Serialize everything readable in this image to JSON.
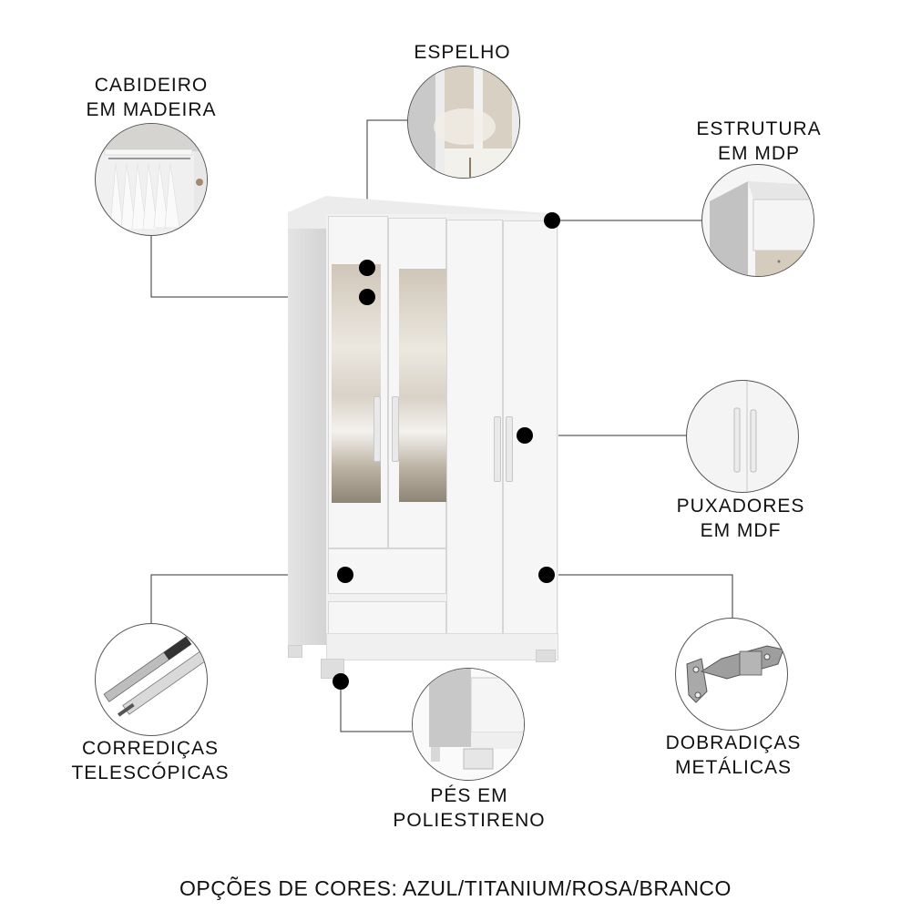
{
  "features": {
    "cabideiro": {
      "line1": "CABIDEIRO",
      "line2": "EM MADEIRA",
      "icon": "clothes-rail-icon"
    },
    "espelho": {
      "line1": "ESPELHO",
      "icon": "mirror-icon"
    },
    "estrutura": {
      "line1": "ESTRUTURA",
      "line2": "EM MDP",
      "icon": "structure-icon"
    },
    "puxadores": {
      "line1": "PUXADORES",
      "line2": "EM MDF",
      "icon": "handle-icon"
    },
    "corredicas": {
      "line1": "CORREDIÇAS",
      "line2": "TELESCÓPICAS",
      "icon": "drawer-slide-icon"
    },
    "pes": {
      "line1": "PÉS EM",
      "line2": "POLIESTIRENO",
      "icon": "foot-icon"
    },
    "dobradicas": {
      "line1": "DOBRADIÇAS",
      "line2": "METÁLICAS",
      "icon": "hinge-icon"
    }
  },
  "footer": {
    "text": "OPÇÕES DE CORES: AZUL/TITANIUM/ROSA/BRANCO"
  },
  "colors": {
    "background": "#ffffff",
    "text": "#111111",
    "marker": "#000000",
    "wardrobe": "#f1f1f1"
  }
}
